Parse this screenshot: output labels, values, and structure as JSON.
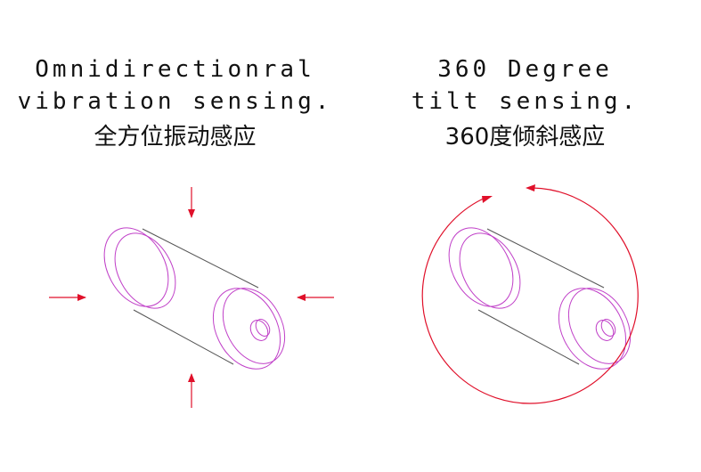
{
  "vibration": {
    "line1": "Omnidirectionral",
    "line2": "vibration sensing.",
    "cn": "全方位振动感应"
  },
  "tilt": {
    "line1": "360 Degree",
    "line2": "tilt sensing.",
    "cn": "360度倾斜感应"
  },
  "colors": {
    "outline": "#c040c8",
    "arrow": "#e0102a",
    "line": "#555555",
    "text": "#111111"
  }
}
